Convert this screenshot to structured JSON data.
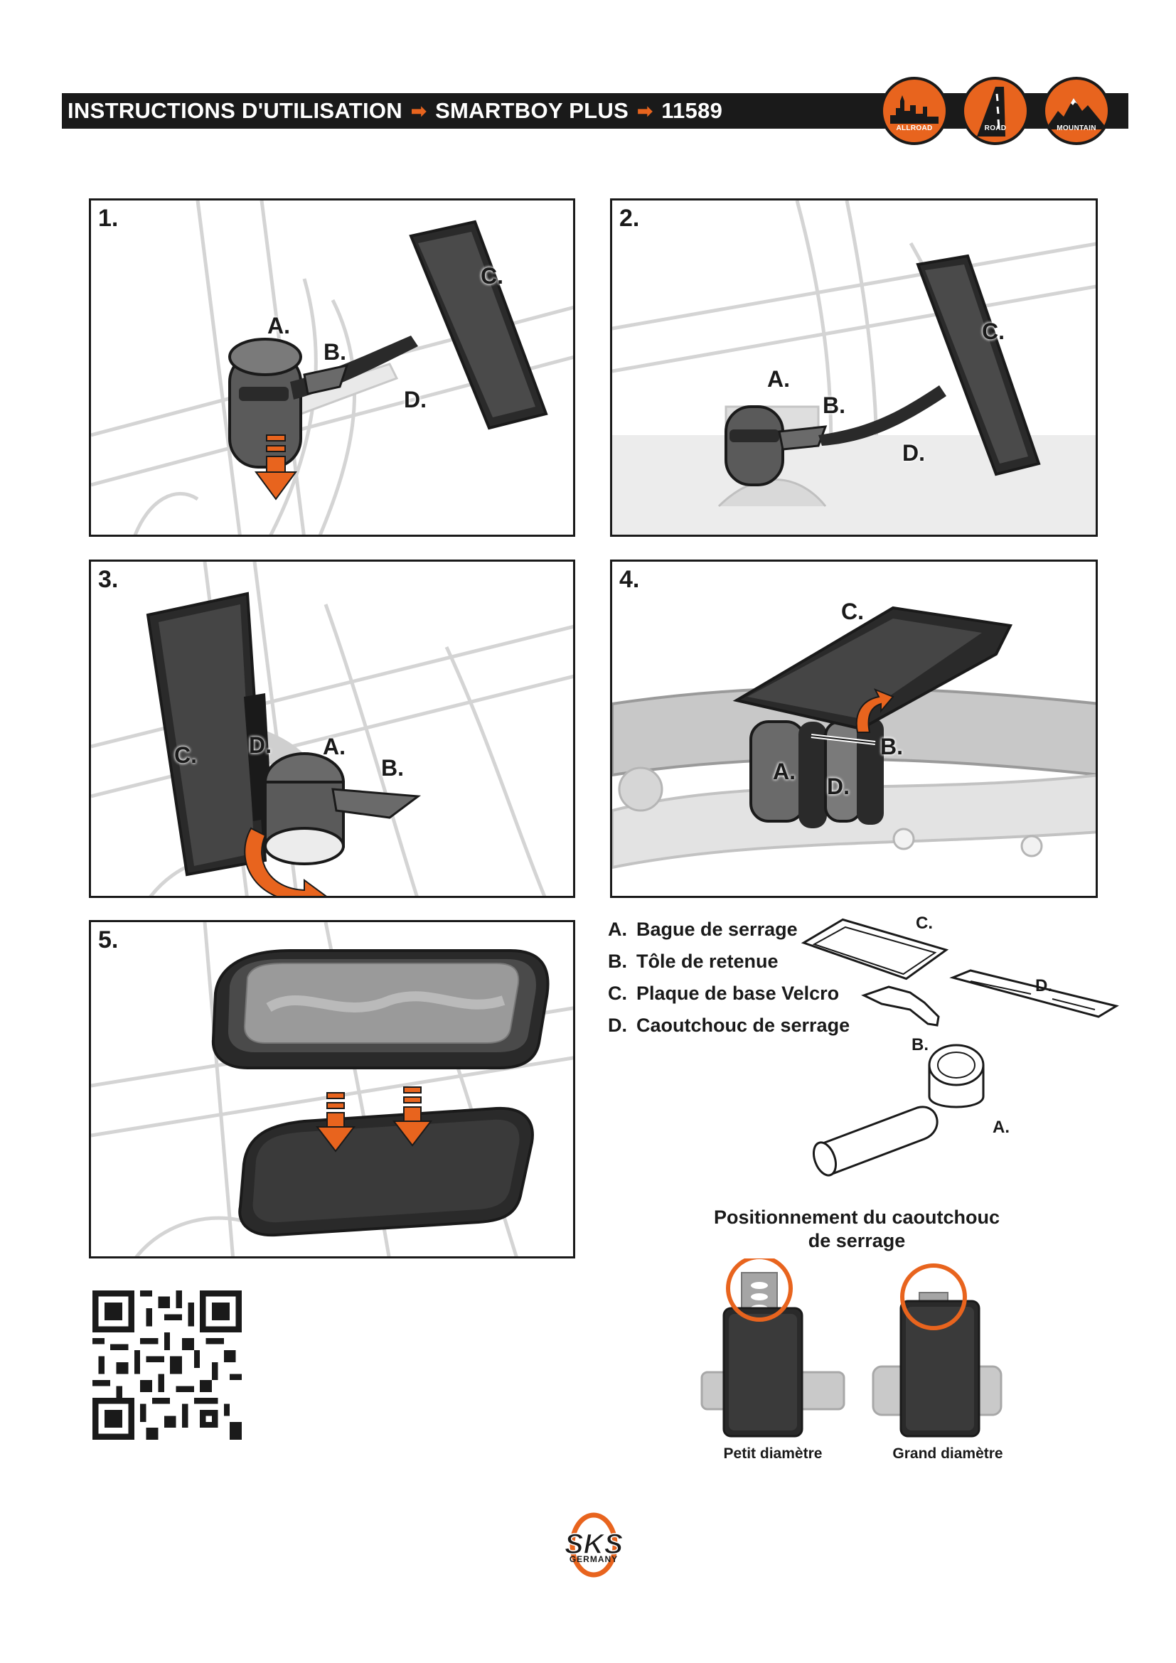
{
  "header": {
    "title_part1": "INSTRUCTIONS D'UTILISATION",
    "title_part2": "SMARTBOY PLUS",
    "title_part3": "11589",
    "badges": [
      "ALLROAD",
      "ROAD",
      "MOUNTAIN"
    ]
  },
  "steps": [
    {
      "number": "1.",
      "callouts": {
        "a": "A.",
        "b": "B.",
        "c": "C.",
        "d": "D."
      }
    },
    {
      "number": "2.",
      "callouts": {
        "a": "A.",
        "b": "B.",
        "c": "C.",
        "d": "D."
      }
    },
    {
      "number": "3.",
      "callouts": {
        "a": "A.",
        "b": "B.",
        "c": "C.",
        "d": "D."
      }
    },
    {
      "number": "4.",
      "callouts": {
        "a": "A.",
        "b": "B.",
        "c": "C.",
        "d": "D."
      }
    },
    {
      "number": "5."
    }
  ],
  "legend": [
    {
      "letter": "A.",
      "text": "Bague de serrage"
    },
    {
      "letter": "B.",
      "text": "Tôle de retenue"
    },
    {
      "letter": "C.",
      "text": "Plaque de base Velcro"
    },
    {
      "letter": "D.",
      "text": "Caoutchouc de serrage"
    }
  ],
  "exploded_labels": {
    "a": "A.",
    "b": "B.",
    "c": "C.",
    "d": "D."
  },
  "positioning": {
    "title_line1": "Positionnement du caoutchouc",
    "title_line2": "de serrage",
    "small": "Petit diamètre",
    "large": "Grand diamètre"
  },
  "brand": {
    "logo_text": "SKS",
    "sub": "GERMANY"
  },
  "colors": {
    "accent": "#e8641e",
    "ink": "#1a1a1a",
    "ghost": "#d9d9d9"
  },
  "icons": [
    "qr-code-icon",
    "sks-logo-icon",
    "allroad-badge-icon",
    "road-badge-icon",
    "mountain-badge-icon"
  ]
}
